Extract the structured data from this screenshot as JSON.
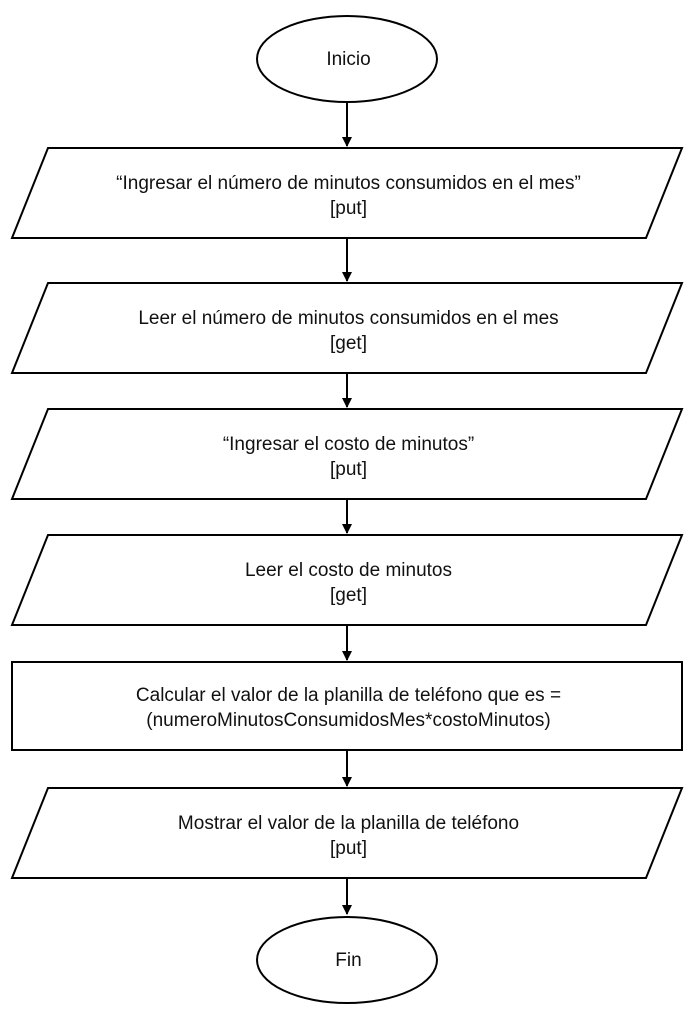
{
  "start": {
    "label": "Inicio"
  },
  "steps": [
    {
      "type": "io",
      "line1": "“Ingresar el número de minutos consumidos en el mes”",
      "line2": "[put]"
    },
    {
      "type": "io",
      "line1": "Leer el número de minutos consumidos en el mes",
      "line2": "[get]"
    },
    {
      "type": "io",
      "line1": "“Ingresar el costo de minutos”",
      "line2": "[put]"
    },
    {
      "type": "io",
      "line1": "Leer el costo de minutos",
      "line2": "[get]"
    },
    {
      "type": "process",
      "line1": "Calcular el valor de la planilla de teléfono que es =",
      "line2": "(numeroMinutosConsumidosMes*costoMinutos)"
    },
    {
      "type": "io",
      "line1": "Mostrar el valor de la planilla de teléfono",
      "line2": "[put]"
    }
  ],
  "end": {
    "label": "Fin"
  },
  "colors": {
    "stroke": "#000000",
    "fill": "#ffffff",
    "text": "#111111"
  }
}
